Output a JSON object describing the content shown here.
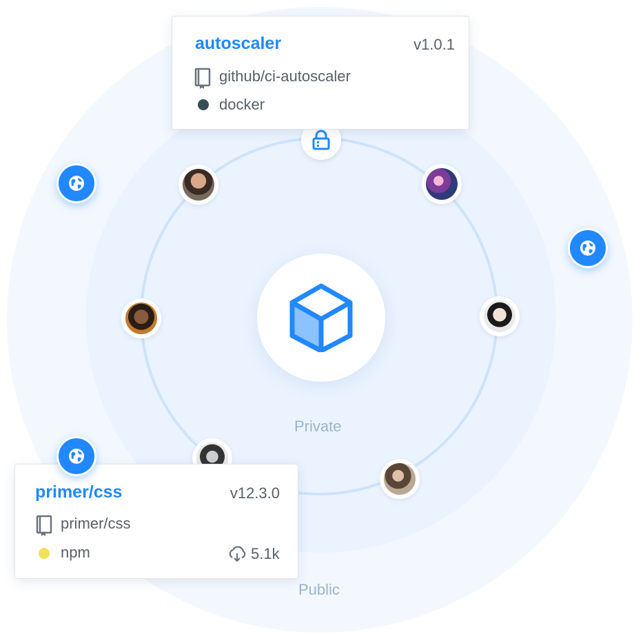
{
  "zones": {
    "private_label": "Private",
    "public_label": "Public"
  },
  "center": {
    "icon": "package-cube-icon",
    "color": "#2188ff"
  },
  "lock": {
    "icon": "lock-icon"
  },
  "globes": [
    {
      "icon": "globe-icon"
    },
    {
      "icon": "globe-icon"
    },
    {
      "icon": "globe-icon"
    }
  ],
  "avatars": [
    {
      "name": "avatar"
    },
    {
      "name": "avatar"
    },
    {
      "name": "avatar"
    },
    {
      "name": "avatar"
    },
    {
      "name": "avatar"
    },
    {
      "name": "avatar"
    }
  ],
  "package_cards": [
    {
      "title": "autoscaler",
      "version": "v1.0.1",
      "repo": "github/ci-autoscaler",
      "registry": "docker",
      "registry_color": "#384d54"
    },
    {
      "title": "primer/css",
      "version": "v12.3.0",
      "repo": "primer/css",
      "registry": "npm",
      "registry_color": "#f1e05a",
      "downloads": "5.1k"
    }
  ],
  "colors": {
    "accent": "#2188ff",
    "outer_zone": "#f3f8fe",
    "inner_zone": "#eaf3fe",
    "ring": "#cde3fb"
  }
}
